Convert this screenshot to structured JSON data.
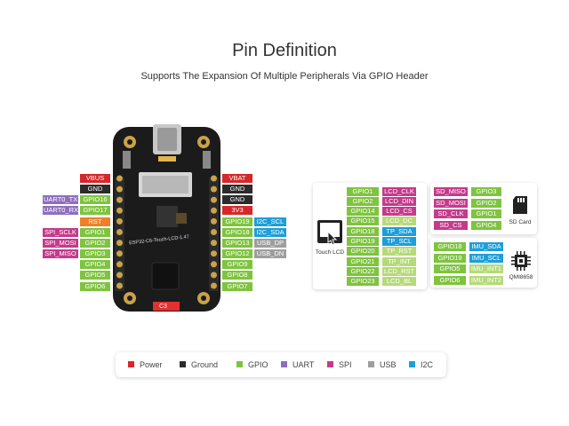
{
  "header": {
    "title": "Pin Definition",
    "subtitle": "Supports The Expansion Of Multiple Peripherals Via GPIO Header"
  },
  "board": {
    "silkscreen": "ESP32-C6-Touch-LCD-1.47",
    "corner_label": "C3"
  },
  "left_header": {
    "col1": [
      "VBUS",
      "GND",
      "GPIO16",
      "GPIO17",
      "RST",
      "GPIO1",
      "GPIO2",
      "GPIO3",
      "GPIO4",
      "GPIO5",
      "GPIO6"
    ],
    "col2": [
      "UART0_TX",
      "UART0_RX",
      "SPI_SCLK",
      "SPI_MOSI",
      "SPI_MISO"
    ]
  },
  "right_header": {
    "col1": [
      "VBAT",
      "GND",
      "GND",
      "3V3",
      "GPIO19",
      "GPIO18",
      "GPIO13",
      "GPIO12",
      "GPIO9",
      "GPIO8",
      "GPIO7"
    ],
    "col2": [
      "I2C_SCL",
      "I2C_SDA",
      "USB_DP",
      "USB_DN"
    ]
  },
  "lcd_panel": {
    "device_label": "Touch LCD",
    "gpio": [
      "GPIO1",
      "GPIO2",
      "GPIO14",
      "GPIO15",
      "GPIO18",
      "GPIO19",
      "GPIO20",
      "GPIO21",
      "GPIO22",
      "GPIO23"
    ],
    "func": [
      "LCD_CLK",
      "LCD_DIN",
      "LCD_CS",
      "LCD_DC",
      "TP_SDA",
      "TP_SCL",
      "TP_RST",
      "TP_INT",
      "LCD_RST",
      "LCD_BL"
    ]
  },
  "sd_panel": {
    "device_label": "SD Card",
    "func": [
      "SD_MISO",
      "SD_MOSI",
      "SD_CLK",
      "SD_CS"
    ],
    "gpio": [
      "GPIO3",
      "GPIO2",
      "GPIO1",
      "GPIO4"
    ]
  },
  "imu_panel": {
    "device_label": "QMI8658",
    "gpio": [
      "GPIO18",
      "GPIO19",
      "GPIO5",
      "GPIO6"
    ],
    "func": [
      "IMU_SDA",
      "IMU_SCL",
      "IMU_INT1",
      "IMU_INT2"
    ]
  },
  "legend": {
    "items": [
      "Power",
      "Ground",
      "GPIO",
      "UART",
      "SPI",
      "USB",
      "I2C"
    ]
  },
  "colors": {
    "power": "#d4282a",
    "ground": "#2b2b2b",
    "gpio": "#7ec43e",
    "uart": "#8e6fbf",
    "spi": "#c53a8c",
    "usb": "#9e9e9e",
    "i2c": "#1e9ed8",
    "lcd": "#b6d97a",
    "rst": "#f07f26"
  }
}
